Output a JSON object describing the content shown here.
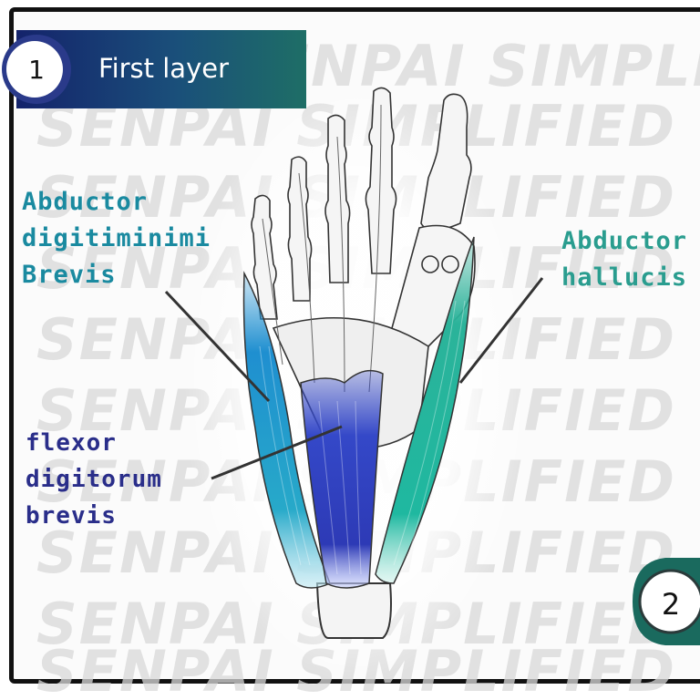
{
  "panel": {
    "step_number": "1",
    "title": "First layer",
    "next_step_number": "2"
  },
  "watermark": {
    "text": "SENPAI SIMPLIFIED"
  },
  "labels": {
    "abductor_digiti_minimi": [
      "Abductor",
      "digitiminimi",
      "Brevis"
    ],
    "abductor_hallucis": [
      "Abductor",
      "hallucis"
    ],
    "flexor_digitorum_brevis": [
      "flexor",
      "digitorum",
      "brevis"
    ]
  },
  "colors": {
    "title_band_dark": "#14236b",
    "title_band_teal": "#1e6e66",
    "abductor_digiti_minimi": "#1f8fd0",
    "flexor_digitorum_brevis": "#3448c8",
    "abductor_hallucis": "#2bb39a",
    "label_adm": "#1a8aa0",
    "label_ah": "#2a9d8f",
    "label_fdb": "#2a2e8a"
  }
}
